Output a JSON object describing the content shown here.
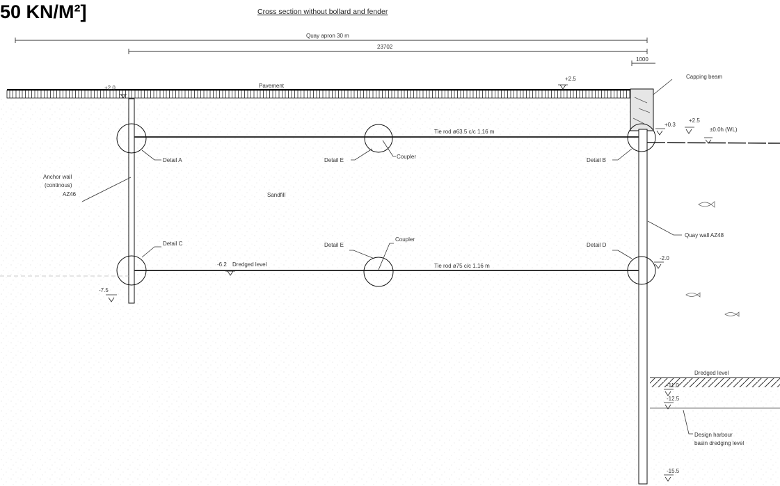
{
  "header": {
    "load_heading": "50 KN/M²]",
    "section_title": "Cross section without bollard and fender"
  },
  "dimensions": {
    "quay_apron": "Quay apron 30 m",
    "tie_span": "23702",
    "beam_width": "1000"
  },
  "labels": {
    "pavement": "Pavement",
    "capping_beam": "Capping beam",
    "tie_rod_upper": "Tie rod ø63.5 c/c 1.16 m",
    "tie_rod_lower": "Tie rod ø75 c/c 1.16 m",
    "coupler_upper": "Coupler",
    "coupler_lower": "Coupler",
    "detail_a": "Detail A",
    "detail_e_upper": "Detail E",
    "detail_b": "Detail B",
    "detail_c": "Detail C",
    "detail_e_lower": "Detail E",
    "detail_d": "Detail D",
    "anchor_wall_1": "Anchor wall",
    "anchor_wall_2": "(continous)",
    "anchor_wall_3": "AZ46",
    "sandfill": "Sandfill",
    "quay_wall": "Quay wall AZ48",
    "dredged_level_anchor": "Dredged level",
    "dredged_level_front": "Dredged level",
    "harbour_1": "Design harbour",
    "harbour_2": "basin dredging level",
    "wl": "±0.0h (WL)"
  },
  "levels": {
    "top_anchor": "+2.0",
    "top_pavement": "+2.5",
    "beam_bottom": "+0.3",
    "front_top": "+2.5",
    "front_tie": "-2.0",
    "anchor_tie": "-6.2",
    "anchor_toe": "-7.5",
    "dredged": "-11.0",
    "design": "-12.5",
    "toe": "-15.5"
  }
}
